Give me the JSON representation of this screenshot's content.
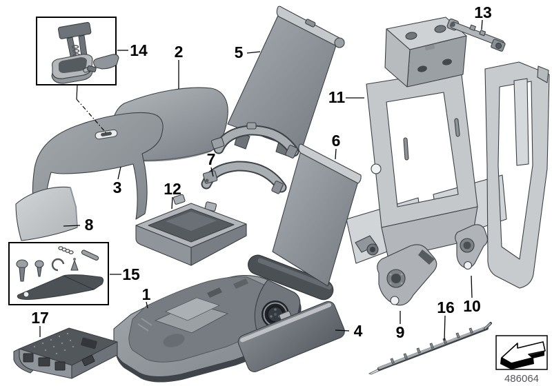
{
  "diagram": {
    "number": "486064",
    "callouts": [
      {
        "label": "1"
      },
      {
        "label": "2"
      },
      {
        "label": "3"
      },
      {
        "label": "4"
      },
      {
        "label": "5"
      },
      {
        "label": "6"
      },
      {
        "label": "7"
      },
      {
        "label": "8"
      },
      {
        "label": "9"
      },
      {
        "label": "10"
      },
      {
        "label": "11"
      },
      {
        "label": "12"
      },
      {
        "label": "13"
      },
      {
        "label": "14"
      },
      {
        "label": "15"
      },
      {
        "label": "16"
      },
      {
        "label": "17"
      }
    ],
    "icons": {
      "direction_of_travel": "3d-arrow-down-left"
    },
    "colors": {
      "background": "#ffffff",
      "callout_text": "#000000",
      "diagram_number_text": "#54565a",
      "outline": "#3a3f44",
      "part_light": "#c9cccf",
      "part_mid": "#9aa0a5",
      "part_dark": "#53585d"
    }
  }
}
